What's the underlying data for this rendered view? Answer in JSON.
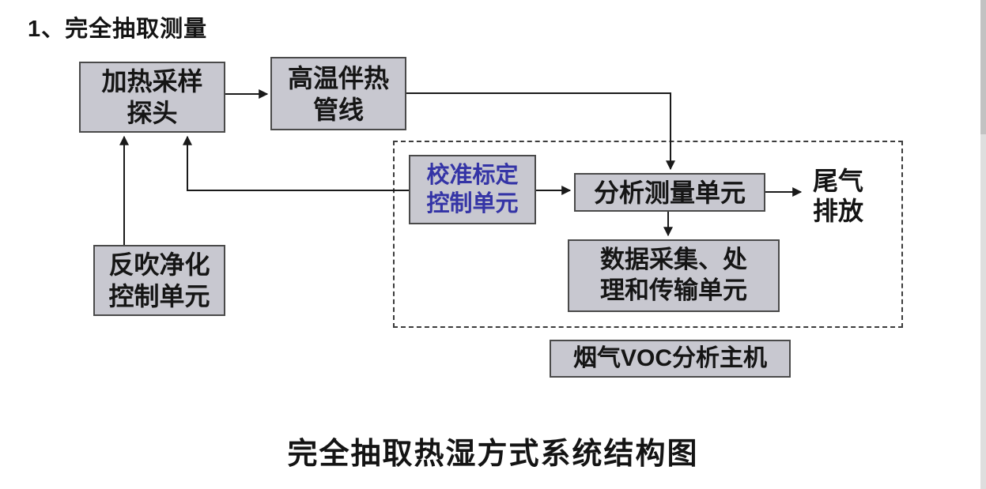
{
  "page": {
    "heading": "1、完全抽取测量",
    "caption": "完全抽取热湿方式系统结构图"
  },
  "colors": {
    "node_fill": "#c8c8d0",
    "node_border": "#4a4a4a",
    "calibration_text_accent": "#3434a6",
    "arrow": "#1a1a1a",
    "dashed_frame": "#3c3c3c",
    "background": "#ffffff"
  },
  "nodes": {
    "probe": {
      "label": "加热采样\n探头"
    },
    "pipeline": {
      "label": "高温伴热\n管线"
    },
    "calibration": {
      "label": "校准标定\n控制单元"
    },
    "analysis": {
      "label": "分析测量单元"
    },
    "data_unit": {
      "label": "数据采集、处\n理和传输单元"
    },
    "blowback": {
      "label": "反吹净化\n控制单元"
    },
    "host": {
      "label": "烟气VOC分析主机"
    },
    "exhaust": {
      "label": "尾气\n排放"
    }
  }
}
